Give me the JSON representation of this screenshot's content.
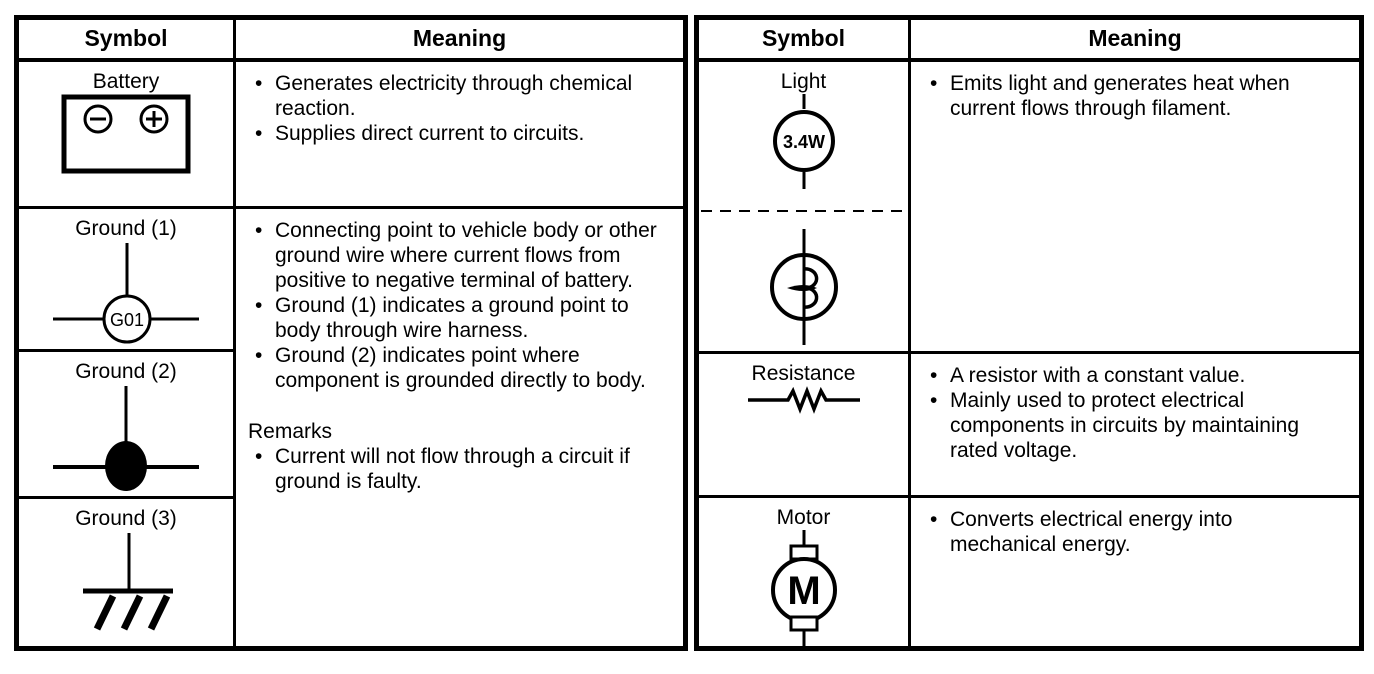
{
  "glyphs": {
    "bullet": "•"
  },
  "colors": {
    "ink": "#000000",
    "paper": "#ffffff"
  },
  "left_table": {
    "headers": {
      "symbol": "Symbol",
      "meaning": "Meaning"
    },
    "battery": {
      "label": "Battery",
      "bullets": [
        "Generates electricity through chemical reaction.",
        "Supplies direct current to circuits."
      ]
    },
    "ground1": {
      "label": "Ground (1)",
      "symbol_text": "G01"
    },
    "ground2": {
      "label": "Ground (2)"
    },
    "ground3": {
      "label": "Ground (3)"
    },
    "ground_meaning": {
      "bullets": [
        "Connecting point to vehicle body or other ground wire where current flows from positive to negative terminal of battery.",
        "Ground (1) indicates a ground point to body through wire harness.",
        "Ground (2) indicates point where component is grounded directly to body."
      ],
      "remarks_title": "Remarks",
      "remarks_bullets": [
        "Current will not flow through a circuit if ground is faulty."
      ]
    }
  },
  "right_table": {
    "headers": {
      "symbol": "Symbol",
      "meaning": "Meaning"
    },
    "light": {
      "label": "Light",
      "wattage": "3.4W",
      "bullets": [
        "Emits light and generates heat when current flows through filament."
      ]
    },
    "resistance": {
      "label": "Resistance",
      "bullets": [
        "A resistor with a constant value.",
        "Mainly used to protect electrical components in circuits by maintaining rated voltage."
      ]
    },
    "motor": {
      "label": "Motor",
      "symbol_letter": "M",
      "bullets": [
        "Converts electrical energy into mechanical energy."
      ]
    }
  }
}
